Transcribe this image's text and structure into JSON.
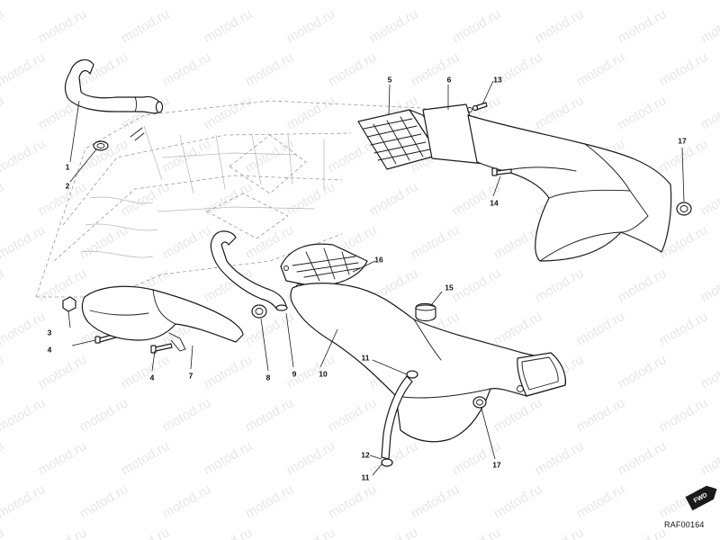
{
  "watermark": {
    "text": "motod.ru"
  },
  "diagram": {
    "code": "RAF00164",
    "fwd_label": "FWD",
    "callouts": [
      {
        "id": "c1",
        "label": "1"
      },
      {
        "id": "c2",
        "label": "2"
      },
      {
        "id": "c3",
        "label": "3"
      },
      {
        "id": "c4a",
        "label": "4"
      },
      {
        "id": "c4b",
        "label": "4"
      },
      {
        "id": "c5",
        "label": "5"
      },
      {
        "id": "c6",
        "label": "6"
      },
      {
        "id": "c7",
        "label": "7"
      },
      {
        "id": "c8",
        "label": "8"
      },
      {
        "id": "c9",
        "label": "9"
      },
      {
        "id": "c10",
        "label": "10"
      },
      {
        "id": "c11a",
        "label": "11"
      },
      {
        "id": "c11b",
        "label": "11"
      },
      {
        "id": "c12",
        "label": "12"
      },
      {
        "id": "c13",
        "label": "13"
      },
      {
        "id": "c14",
        "label": "14"
      },
      {
        "id": "c15",
        "label": "15"
      },
      {
        "id": "c16",
        "label": "16"
      },
      {
        "id": "c17a",
        "label": "17"
      },
      {
        "id": "c17b",
        "label": "17"
      }
    ]
  }
}
